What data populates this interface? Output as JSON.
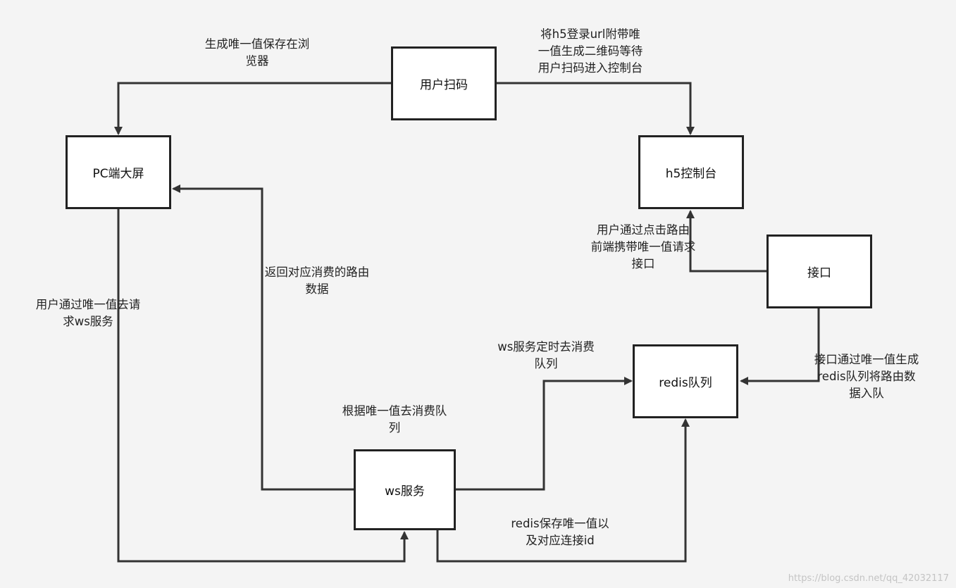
{
  "nodes": {
    "scan": "用户扫码",
    "pc": "PC端大屏",
    "h5": "h5控制台",
    "api": "接口",
    "redis": "redis队列",
    "ws": "ws服务"
  },
  "labels": {
    "gen_unique": "生成唯一值保存在浏\n览器",
    "h5_qr": "将h5登录url附带唯\n一值生成二维码等待\n用户扫码进入控制台",
    "route_click": "用户通过点击路由\n前端携带唯一值请求\n接口",
    "return_data": "返回对应消费的路由\n数据",
    "pc_request": "用户通过唯一值去请\n求ws服务",
    "ws_timer": "ws服务定时去消费\n队列",
    "api_enqueue": "接口通过唯一值生成\nredis队列将路由数\n据入队",
    "consume_by_unique": "根据唯一值去消费队\n列",
    "redis_save": "redis保存唯一值以\n及对应连接id"
  },
  "watermark": "https://blog.csdn.net/qq_42032117",
  "colors": {
    "line": "#333333",
    "border": "#222222",
    "background": "#f4f4f4"
  }
}
